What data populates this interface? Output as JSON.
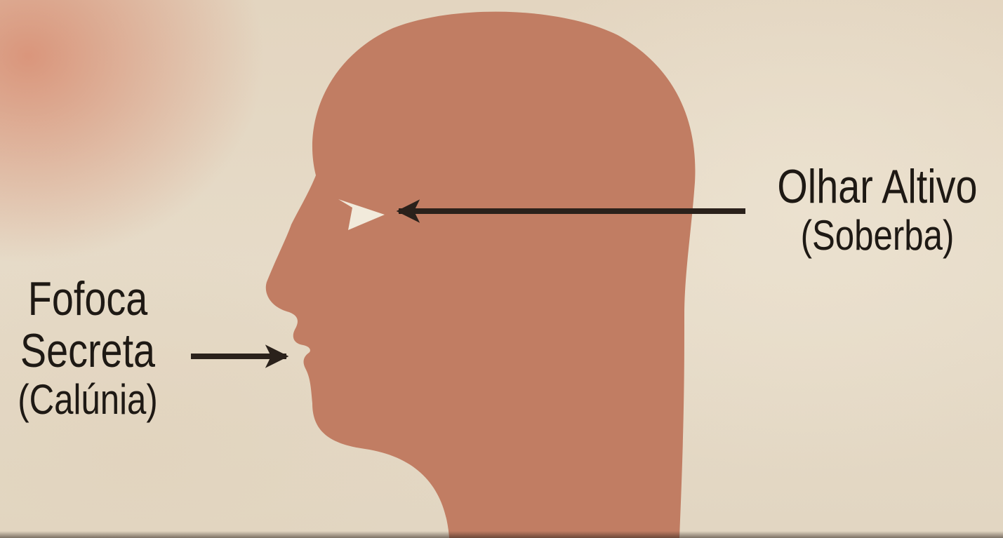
{
  "figure": {
    "labels": {
      "eye": {
        "title": "Olhar Altivo",
        "subtitle": "(Soberba)"
      },
      "mouth": {
        "title_line1": "Fofoca",
        "title_line2": "Secreta",
        "subtitle": "(Calúnia)"
      }
    },
    "colors": {
      "silhouette": "#c17d63",
      "eye": "#f1eadb",
      "arrow": "#2a211b",
      "text": "#1e1914"
    }
  }
}
